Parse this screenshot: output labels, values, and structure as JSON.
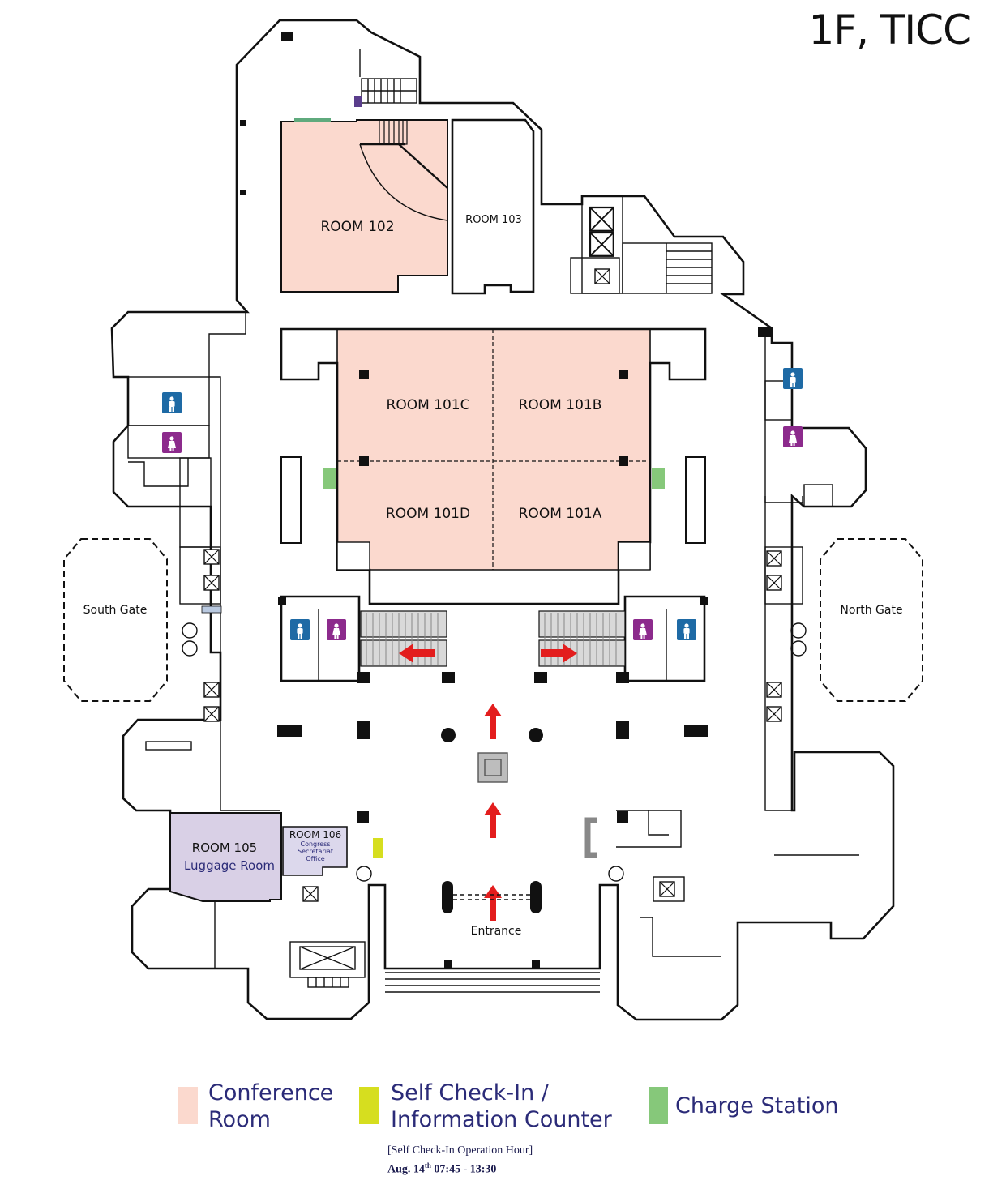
{
  "title": "1F, TICC",
  "colors": {
    "conference_room": "#fbd9ce",
    "luggage_room": "#d9d0e6",
    "congress_office": "#dcd8ec",
    "self_check_in": "#d6de1f",
    "charge_station": "#86c87a",
    "arrow": "#e31d1d",
    "restroom_male": "#1e6aa5",
    "restroom_female": "#8c2a8c",
    "legend_text": "#2b2b78"
  },
  "rooms": {
    "r102": "ROOM 102",
    "r103": "ROOM 103",
    "r101c": "ROOM 101C",
    "r101b": "ROOM 101B",
    "r101d": "ROOM 101D",
    "r101a": "ROOM 101A",
    "r105": "ROOM 105",
    "r105_sub": "Luggage Room",
    "r106": "ROOM 106",
    "r106_sub1": "Congress",
    "r106_sub2": "Secretariat",
    "r106_sub3": "Office"
  },
  "gates": {
    "south": "South Gate",
    "north": "North Gate",
    "entrance": "Entrance"
  },
  "icons": {
    "restroom_male": "male-restroom-icon",
    "restroom_female": "female-restroom-icon",
    "elevator": "elevator-icon",
    "escalator": "escalator-icon",
    "direction_arrow": "red-arrow-icon"
  },
  "legend": {
    "conference_room": "Conference Room",
    "self_check_in_line1": "Self Check-In /",
    "self_check_in_line2": "Information Counter",
    "charge_station": "Charge Station"
  },
  "hours": {
    "heading": "[Self Check-In Operation Hour]",
    "date_prefix": "Aug. 14",
    "date_sup": "th",
    "time": "07:45 - 13:30"
  }
}
